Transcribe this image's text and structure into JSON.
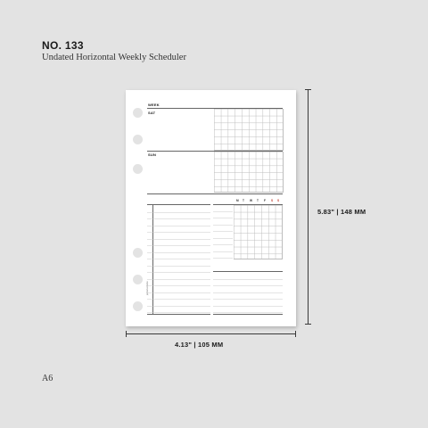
{
  "product": {
    "number": "NO. 133",
    "name": "Undated Horizontal Weekly Scheduler",
    "size": "A6"
  },
  "dimensions": {
    "width": "4.13\" | 105 MM",
    "height": "5.83\" | 148 MM"
  },
  "planner": {
    "week_label": "WEEK",
    "sat_label": "SAT",
    "sun_label": "SUN",
    "brand_text": "plannerkate",
    "days": [
      "M",
      "T",
      "W",
      "T",
      "F",
      "S",
      "S"
    ],
    "colors": {
      "weekend_days": "#c0392b",
      "background": "#e3e3e3"
    }
  }
}
